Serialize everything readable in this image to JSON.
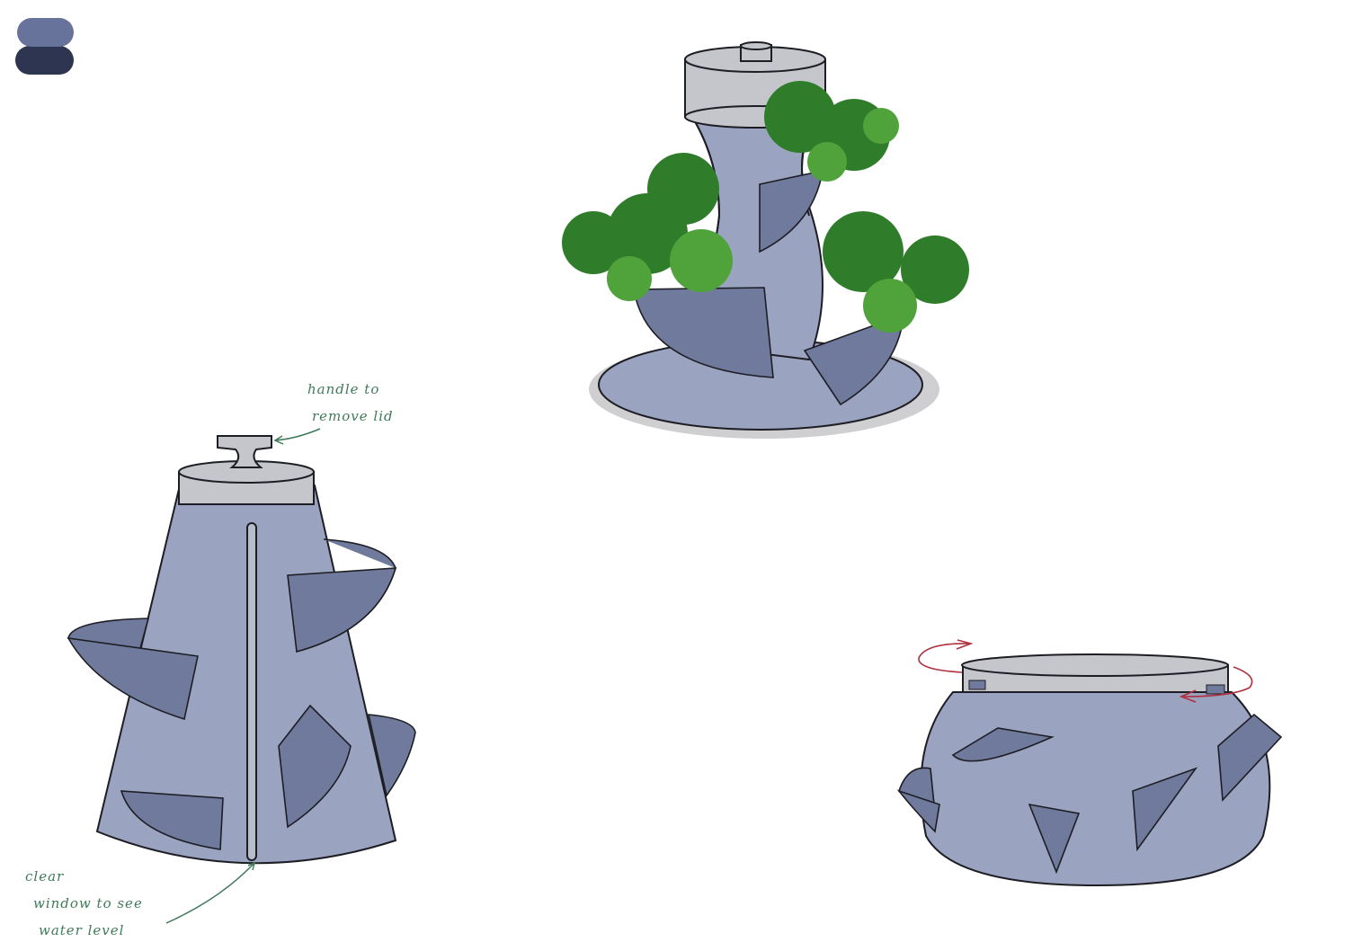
{
  "logo": {
    "name": "logo-icon",
    "colors": [
      "#67739a",
      "#2e3550"
    ]
  },
  "annotations": {
    "handle": [
      "handle to",
      "remove lid"
    ],
    "window": [
      "clear",
      "window to see",
      "water level"
    ]
  },
  "colors": {
    "body": "#9aa3bf",
    "pocket": "#6f7a9c",
    "lid": "#c4c6cc",
    "note": "#3f7a5a",
    "rotate_arrow": "#b0303f",
    "foliage": "#2f7d2a"
  }
}
